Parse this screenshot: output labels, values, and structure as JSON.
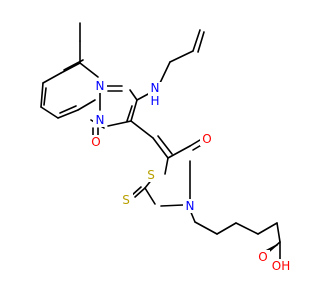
{
  "molecule": {
    "atoms": {
      "n_pyrimidine": "N",
      "n_bridge": "N",
      "n_amine": "N",
      "h_amine": "H",
      "o_pyrimidinone": "O",
      "s_ring": "S",
      "n_thiazolidine": "N",
      "o_thiazolidinone": "O",
      "s_thione": "S",
      "o_acid_carbonyl": "O",
      "oh_acid": "OH"
    },
    "colors": {
      "bond": "#000000",
      "nitrogen": "#0000ff",
      "oxygen": "#ff0000",
      "sulfur": "#b8a000"
    }
  }
}
